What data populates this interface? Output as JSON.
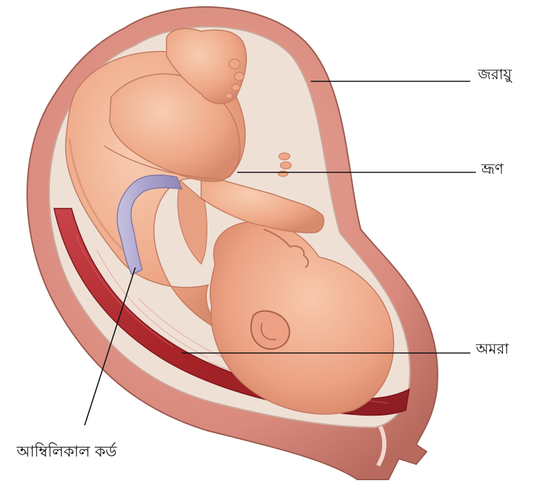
{
  "labels": {
    "uterus": "জরায়ু",
    "fetus": "ভ্রূণ",
    "placenta": "অমরা",
    "umbilical_cord": "আম্বিলিকাল কর্ড"
  },
  "colors": {
    "uterus_wall": "#d98a7d",
    "uterus_outline": "#9a5a4f",
    "fetus_skin": "#f0b494",
    "fetus_shadow": "#d98e70",
    "placenta": "#b02a2e",
    "cord": "#a9a3c9",
    "amniotic_sac": "#efe0d6",
    "leader_line": "#111111"
  }
}
